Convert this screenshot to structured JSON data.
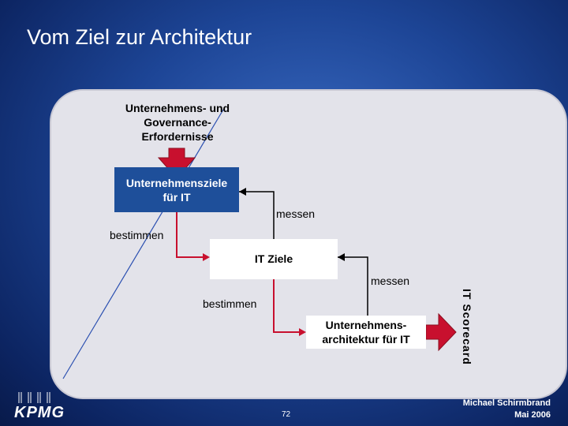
{
  "title": "Vom Ziel zur Architektur",
  "diagram": {
    "requirements": "Unternehmens- und Governance-Erfordernisse",
    "requirements_lines": [
      "Unternehmens- und",
      "Governance-",
      "Erfordernisse"
    ],
    "goals_box": [
      "Unternehmensziele",
      "für IT"
    ],
    "measure_1": "messen",
    "determine_1": "bestimmen",
    "it_goals_box": "IT Ziele",
    "measure_2": "messen",
    "determine_2": "bestimmen",
    "architecture_box": [
      "Unternehmens-",
      "architektur für IT"
    ],
    "scorecard": "IT Scorecard"
  },
  "colors": {
    "arrow": "#c8102e",
    "blue_box": "#1e4f9a",
    "background": "#1d4596"
  },
  "footer": {
    "logo": "KPMG",
    "page": "72",
    "author": "Michael Schirmbrand",
    "date": "Mai 2006"
  }
}
